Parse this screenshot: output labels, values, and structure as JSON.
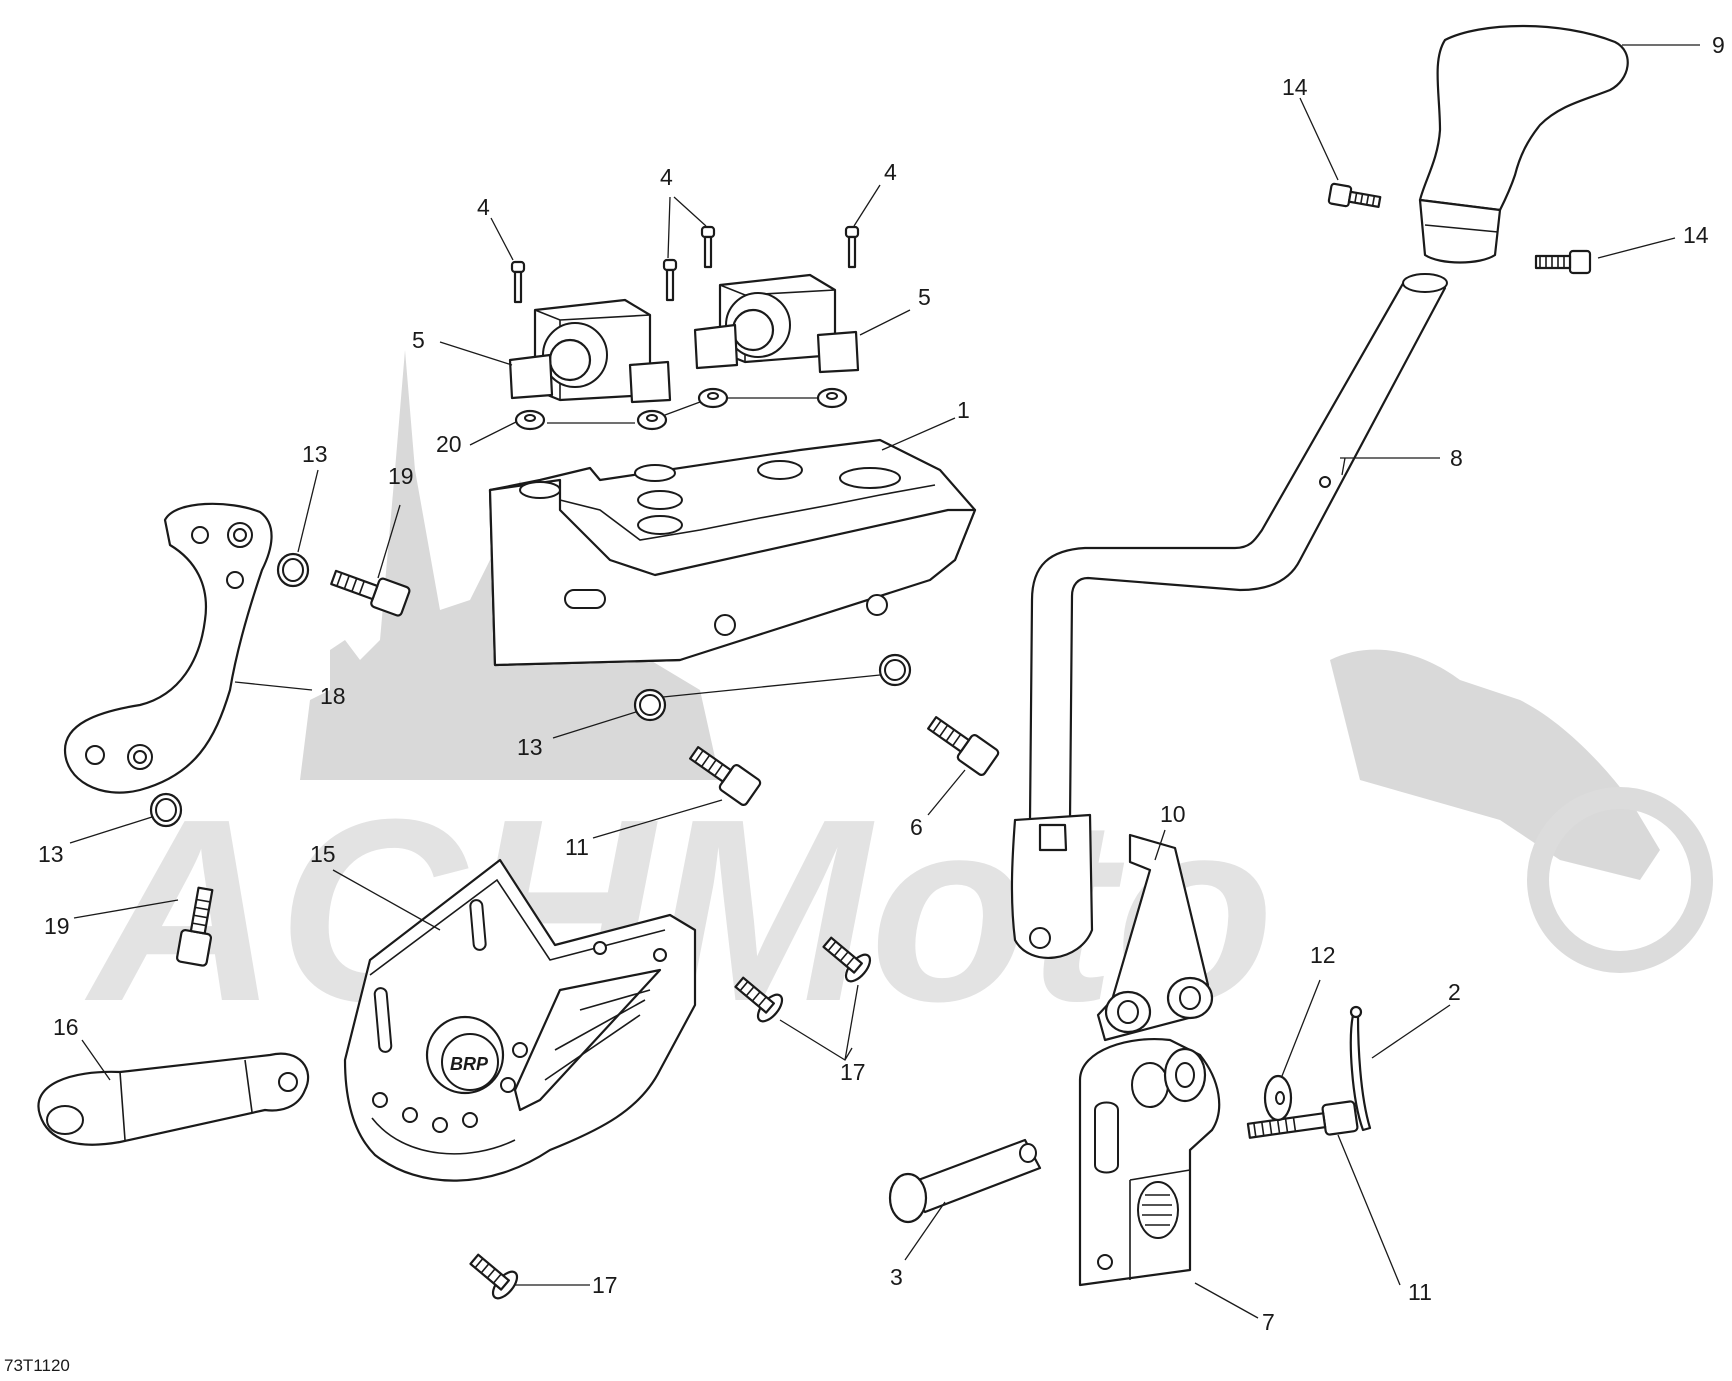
{
  "diagram": {
    "code": "73T1120",
    "watermark_text": "ACHMoto",
    "callouts": [
      {
        "id": "c9",
        "label": "9"
      },
      {
        "id": "c14a",
        "label": "14"
      },
      {
        "id": "c14b",
        "label": "14"
      },
      {
        "id": "c4a",
        "label": "4"
      },
      {
        "id": "c4b",
        "label": "4"
      },
      {
        "id": "c4c",
        "label": "4"
      },
      {
        "id": "c5a",
        "label": "5"
      },
      {
        "id": "c5b",
        "label": "5"
      },
      {
        "id": "c20",
        "label": "20"
      },
      {
        "id": "c1",
        "label": "1"
      },
      {
        "id": "c8",
        "label": "8"
      },
      {
        "id": "c13a",
        "label": "13"
      },
      {
        "id": "c19a",
        "label": "19"
      },
      {
        "id": "c18",
        "label": "18"
      },
      {
        "id": "c13b",
        "label": "13"
      },
      {
        "id": "c13c",
        "label": "13"
      },
      {
        "id": "c11a",
        "label": "11"
      },
      {
        "id": "c6",
        "label": "6"
      },
      {
        "id": "c10",
        "label": "10"
      },
      {
        "id": "c19b",
        "label": "19"
      },
      {
        "id": "c15",
        "label": "15"
      },
      {
        "id": "c17a",
        "label": "17"
      },
      {
        "id": "c12",
        "label": "12"
      },
      {
        "id": "c2",
        "label": "2"
      },
      {
        "id": "c16",
        "label": "16"
      },
      {
        "id": "c3",
        "label": "3"
      },
      {
        "id": "c11b",
        "label": "11"
      },
      {
        "id": "c17b",
        "label": "17"
      },
      {
        "id": "c7",
        "label": "7"
      }
    ]
  }
}
